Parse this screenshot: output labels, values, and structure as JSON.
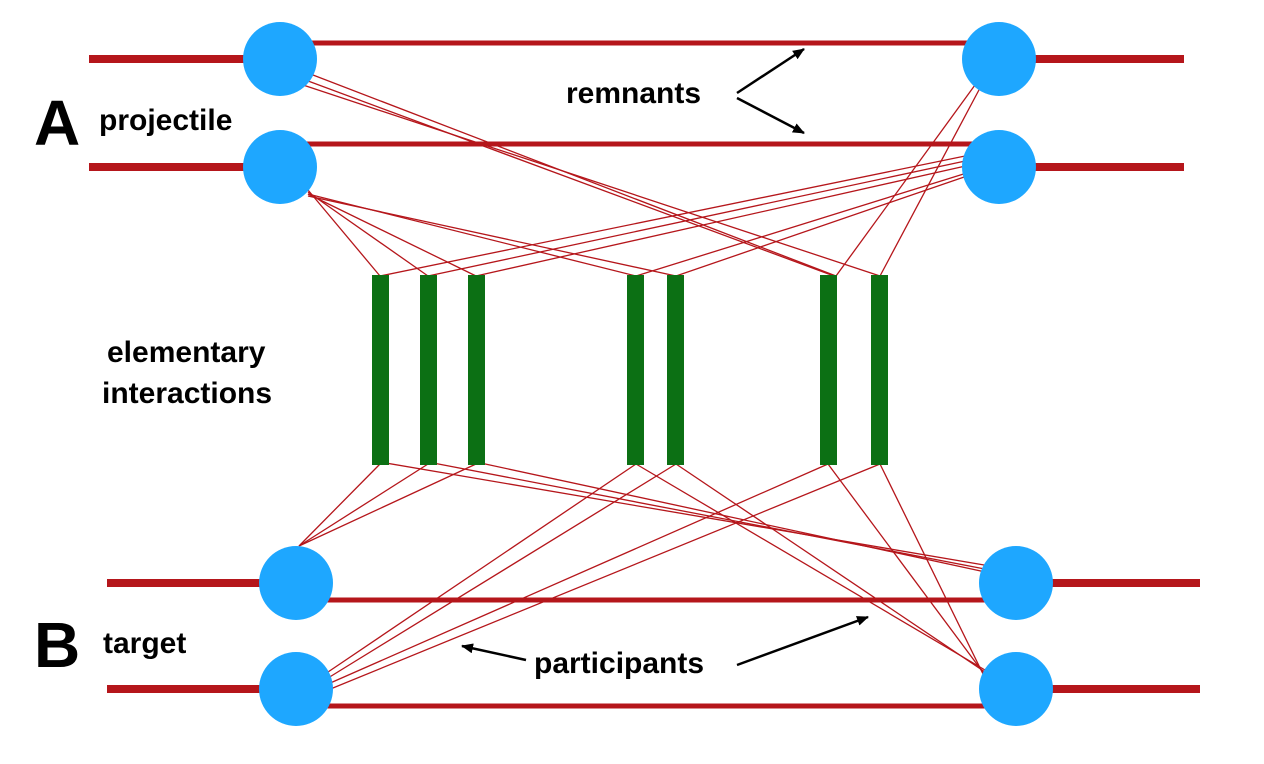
{
  "labels": {
    "label_a": "A",
    "label_b": "B",
    "projectile": "projectile",
    "target": "target",
    "remnants": "remnants",
    "participants": "participants",
    "elementary_line1": "elementary",
    "elementary_line2": "interactions"
  },
  "colors": {
    "line": "#b5161b",
    "nucleon": "#1ea7ff",
    "interaction": "#0c7014",
    "text": "#000000",
    "arrow": "#000000"
  }
}
